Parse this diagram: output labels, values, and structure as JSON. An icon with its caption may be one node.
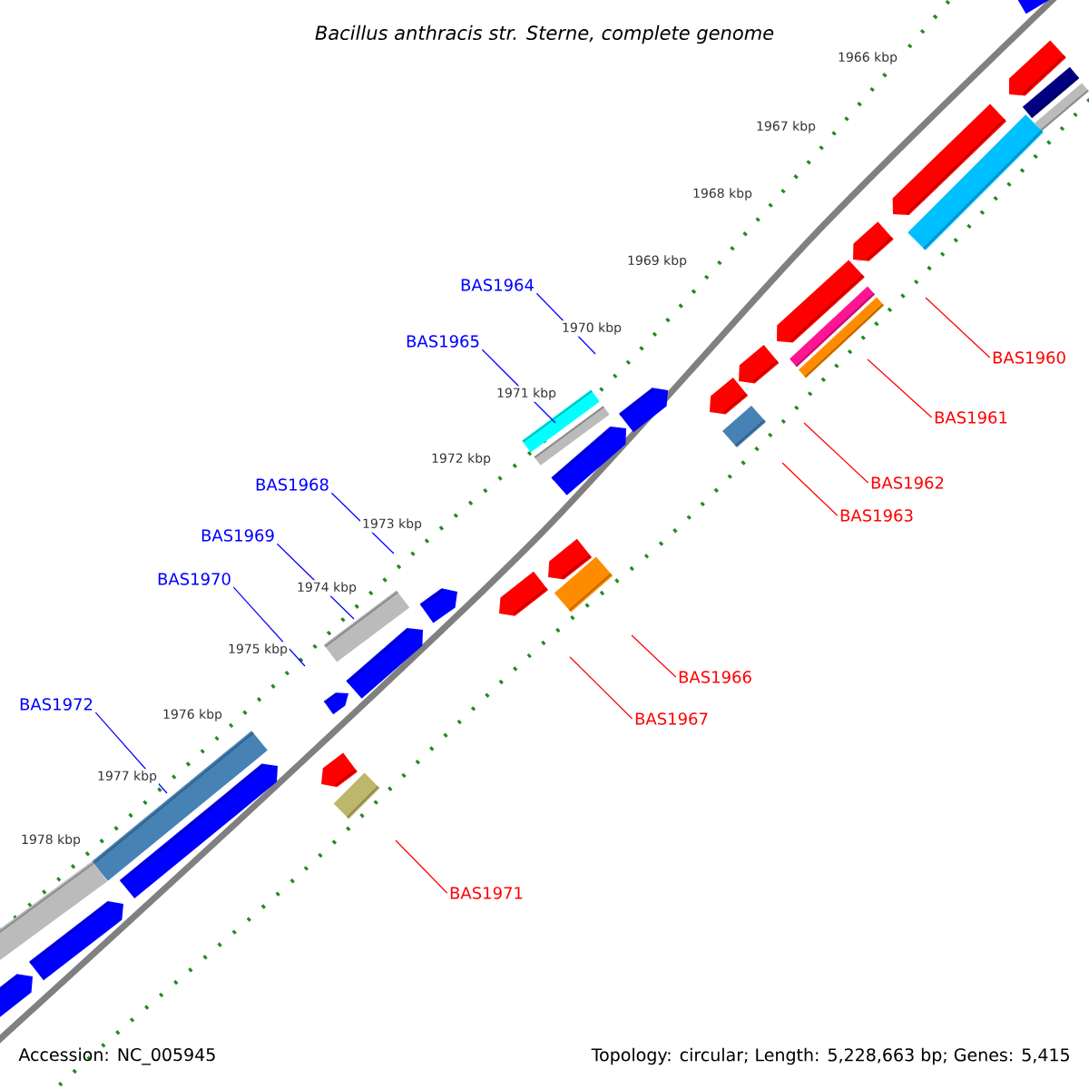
{
  "diagram": {
    "title": "Bacillus anthracis str. Sterne, complete genome",
    "nodes": [
      {
        "text": [
          "BAS1960"
        ]
      },
      {
        "text": [
          "BAS1961"
        ]
      },
      {
        "text": [
          "BAS1962"
        ]
      },
      {
        "text": [
          "BAS1963"
        ]
      },
      {
        "text": [
          "BAS1964"
        ]
      },
      {
        "text": [
          "BAS1965"
        ]
      },
      {
        "text": [
          "BAS1966"
        ]
      },
      {
        "text": [
          "BAS1967"
        ]
      },
      {
        "text": [
          "BAS1968"
        ]
      },
      {
        "text": [
          "BAS1969"
        ]
      },
      {
        "text": [
          "BAS1970"
        ]
      },
      {
        "text": [
          "BAS1971"
        ]
      },
      {
        "text": [
          "BAS1972"
        ]
      }
    ],
    "edges": [
      {
        "from": 0,
        "to": null,
        "arrow": "none"
      },
      {
        "from": 1,
        "to": null,
        "arrow": "none"
      },
      {
        "from": 2,
        "to": null,
        "arrow": "none"
      },
      {
        "from": 3,
        "to": null,
        "arrow": "none"
      },
      {
        "from": 4,
        "to": null,
        "arrow": "none",
        "color": "#0000ff"
      },
      {
        "from": 5,
        "to": null,
        "arrow": "none",
        "color": "#0000ff"
      },
      {
        "from": 6,
        "to": null,
        "arrow": "none"
      },
      {
        "from": 7,
        "to": null,
        "arrow": "none"
      },
      {
        "from": 8,
        "to": null,
        "arrow": "none",
        "color": "#0000ff"
      },
      {
        "from": 9,
        "to": null,
        "arrow": "none",
        "color": "#0000ff"
      },
      {
        "from": 10,
        "to": null,
        "arrow": "none",
        "color": "#0000ff"
      },
      {
        "from": 11,
        "to": null,
        "arrow": "none"
      },
      {
        "from": 12,
        "to": null,
        "arrow": "none",
        "color": "#0000ff"
      }
    ],
    "labels": [
      "1966 kbp",
      "1967 kbp",
      "1968 kbp",
      "1969 kbp",
      "1970 kbp",
      "1971 kbp",
      "1972 kbp",
      "1973 kbp",
      "1974 kbp",
      "1975 kbp",
      "1976 kbp",
      "1977 kbp",
      "1978 kbp",
      "Accession: NC_005945",
      "Topology: circular; Length: 5,228,663 bp; Genes: 5,415"
    ]
  }
}
